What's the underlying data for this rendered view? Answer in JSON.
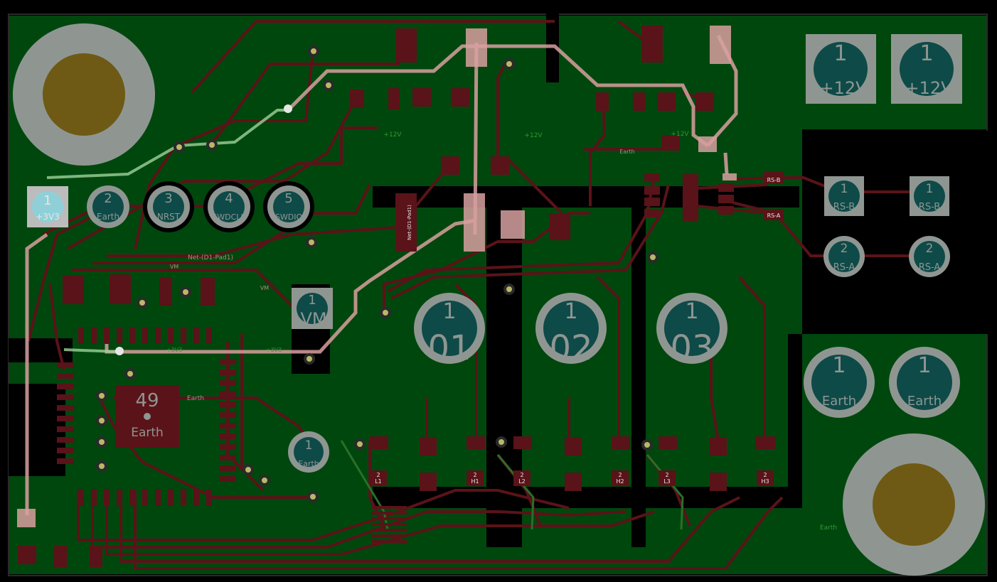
{
  "colors": {
    "background": "#000000",
    "copper_fill": "#00470d",
    "trace_front": "#5a1318",
    "trace_back": "#2a6e2a",
    "pad": "#5a1318",
    "pad_highlight": "#d8a0a0",
    "ring": "#8f9692",
    "drill": "#0e4a48",
    "mounting_hole": "#b39b20"
  },
  "header_pins": [
    {
      "number": "1",
      "net": "+3V3"
    },
    {
      "number": "2",
      "net": "Earth"
    },
    {
      "number": "3",
      "net": "NRST"
    },
    {
      "number": "4",
      "net": "SWDCLK"
    },
    {
      "number": "5",
      "net": "SWDIO"
    }
  ],
  "power_pads": [
    {
      "number": "1",
      "net": "+12V"
    },
    {
      "number": "1",
      "net": "+12V"
    }
  ],
  "rs_pads": [
    {
      "number": "1",
      "net": "RS-B"
    },
    {
      "number": "1",
      "net": "RS-B"
    },
    {
      "number": "2",
      "net": "RS-A"
    },
    {
      "number": "2",
      "net": "RS-A"
    }
  ],
  "earth_pads": [
    {
      "number": "1",
      "net": "Earth"
    },
    {
      "number": "1",
      "net": "Earth"
    }
  ],
  "motor_pads": [
    {
      "number": "1",
      "net": "01"
    },
    {
      "number": "1",
      "net": "02"
    },
    {
      "number": "1",
      "net": "03"
    }
  ],
  "vm_pad": {
    "number": "1",
    "net": "VM"
  },
  "mcu_ground": {
    "number": "49",
    "net": "Earth"
  },
  "earth_pad_small": {
    "number": "1",
    "net": "Earth"
  },
  "mosfet_labels": [
    {
      "number": "2",
      "net": "L1"
    },
    {
      "number": "2",
      "net": "H1"
    },
    {
      "number": "2",
      "net": "L2"
    },
    {
      "number": "2",
      "net": "H2"
    },
    {
      "number": "2",
      "net": "L3"
    },
    {
      "number": "2",
      "net": "H3"
    }
  ],
  "net_labels": {
    "net_d1": "Net-(D1-Pad1)",
    "net_d1_vertical": "Net-(D1-Pad1)",
    "plus12v": "+12V",
    "plus3v3": "+3V3",
    "earth": "Earth",
    "vm": "VM",
    "rs_b": "RS-B",
    "rs_a": "RS-A"
  }
}
